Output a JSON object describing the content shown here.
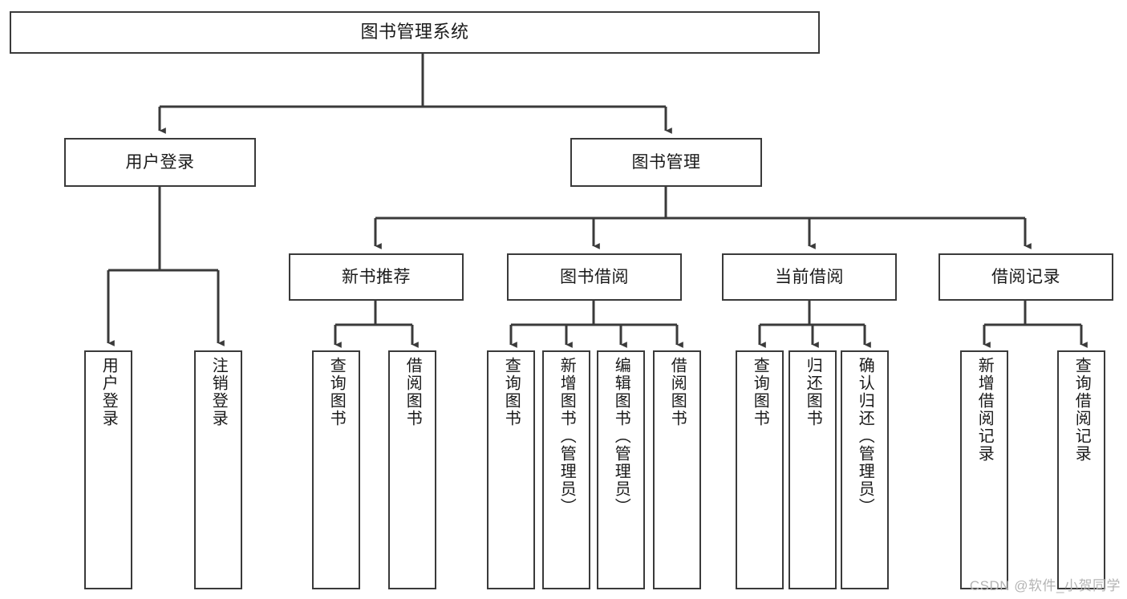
{
  "diagram": {
    "title": "图书管理系统",
    "type": "tree",
    "root": {
      "id": "root",
      "label": "图书管理系统",
      "orientation": "horizontal"
    },
    "level1": [
      {
        "id": "user-login",
        "label": "用户登录",
        "orientation": "horizontal"
      },
      {
        "id": "book-manage",
        "label": "图书管理",
        "orientation": "horizontal"
      }
    ],
    "level2": [
      {
        "id": "new-book-recommend",
        "label": "新书推荐",
        "parent": "book-manage",
        "orientation": "horizontal"
      },
      {
        "id": "book-borrow",
        "label": "图书借阅",
        "parent": "book-manage",
        "orientation": "horizontal"
      },
      {
        "id": "current-borrow",
        "label": "当前借阅",
        "parent": "book-manage",
        "orientation": "horizontal"
      },
      {
        "id": "borrow-record",
        "label": "借阅记录",
        "parent": "book-manage",
        "orientation": "horizontal"
      }
    ],
    "leaves": [
      {
        "id": "leaf-user-login",
        "label": "用户登录",
        "parent": "user-login",
        "orientation": "vertical"
      },
      {
        "id": "leaf-logout-login",
        "label": "注销登录",
        "parent": "user-login",
        "orientation": "vertical"
      },
      {
        "id": "leaf-query-book-1",
        "label": "查询图书",
        "parent": "new-book-recommend",
        "orientation": "vertical"
      },
      {
        "id": "leaf-borrow-book-1",
        "label": "借阅图书",
        "parent": "new-book-recommend",
        "orientation": "vertical"
      },
      {
        "id": "leaf-query-book-2",
        "label": "查询图书",
        "parent": "book-borrow",
        "orientation": "vertical"
      },
      {
        "id": "leaf-add-book",
        "label": "新增图书（管理员）",
        "parent": "book-borrow",
        "orientation": "vertical"
      },
      {
        "id": "leaf-edit-book",
        "label": "编辑图书（管理员）",
        "parent": "book-borrow",
        "orientation": "vertical"
      },
      {
        "id": "leaf-borrow-book-2",
        "label": "借阅图书",
        "parent": "book-borrow",
        "orientation": "vertical"
      },
      {
        "id": "leaf-query-book-3",
        "label": "查询图书",
        "parent": "current-borrow",
        "orientation": "vertical"
      },
      {
        "id": "leaf-return-book",
        "label": "归还图书",
        "parent": "current-borrow",
        "orientation": "vertical"
      },
      {
        "id": "leaf-confirm-return",
        "label": "确认归还（管理员）",
        "parent": "current-borrow",
        "orientation": "vertical"
      },
      {
        "id": "leaf-add-record",
        "label": "新增借阅记录",
        "parent": "borrow-record",
        "orientation": "vertical"
      },
      {
        "id": "leaf-query-record",
        "label": "查询借阅记录",
        "parent": "borrow-record",
        "orientation": "vertical"
      }
    ],
    "watermark": "CSDN @软件_小贺同学",
    "colors": {
      "border": "#3a3a3a",
      "text": "#1a1a1a",
      "background": "#ffffff",
      "edge": "#3a3a3a",
      "watermark": "#b4b4b4"
    }
  }
}
